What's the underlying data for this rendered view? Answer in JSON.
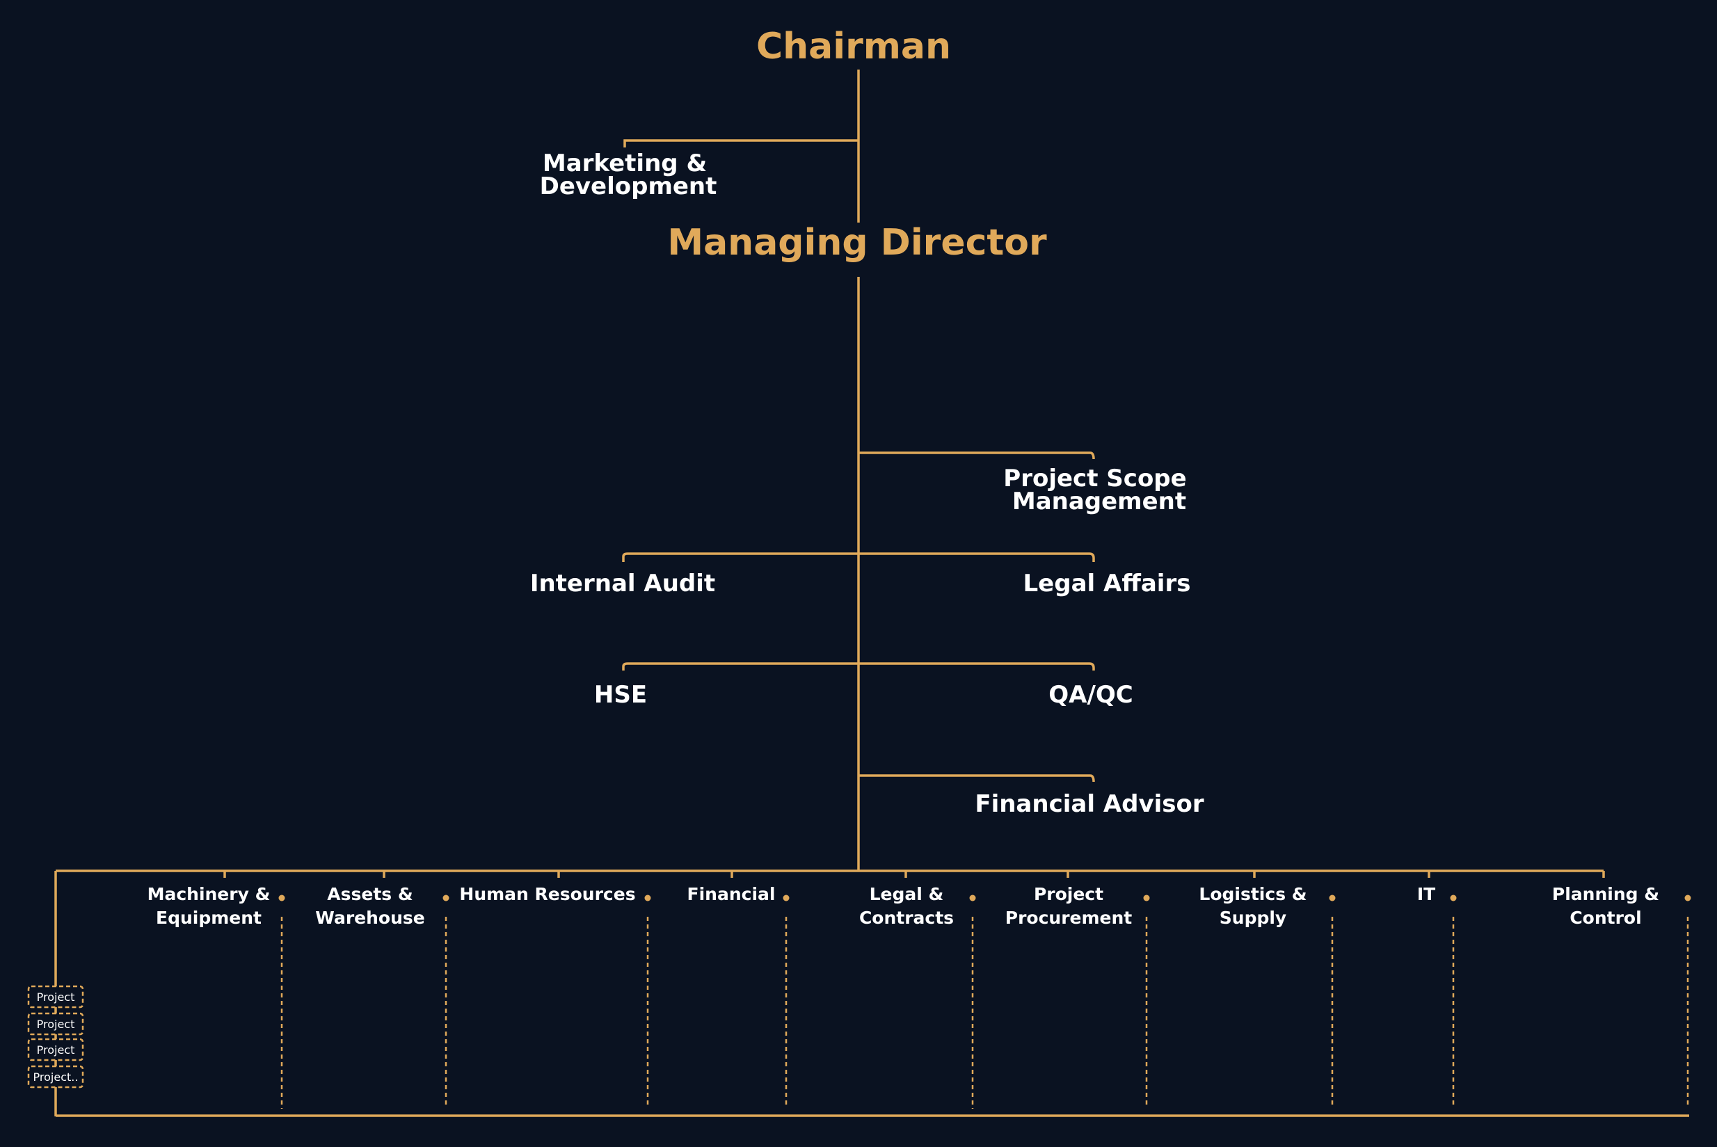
{
  "colors": {
    "background": "#0a1221",
    "accent": "#e0a95a",
    "text": "#ffffff"
  },
  "chairman": "Chairman",
  "managing_director": "Managing Director",
  "marketing": [
    "Marketing &",
    "Development"
  ],
  "project_scope": [
    "Project Scope",
    "Management"
  ],
  "internal_audit": "Internal Audit",
  "legal_affairs": "Legal Affairs",
  "hse": "HSE",
  "qaqc": "QA/QC",
  "financial_advisor": "Financial Advisor",
  "departments": [
    {
      "lines": [
        "Machinery &",
        "Equipment"
      ]
    },
    {
      "lines": [
        "Assets &",
        "Warehouse"
      ]
    },
    {
      "lines": [
        "Human Resources"
      ]
    },
    {
      "lines": [
        "Financial"
      ]
    },
    {
      "lines": [
        "Legal &",
        "Contracts"
      ]
    },
    {
      "lines": [
        "Project",
        "Procurement"
      ]
    },
    {
      "lines": [
        "Logistics &",
        "Supply"
      ]
    },
    {
      "lines": [
        "IT"
      ]
    },
    {
      "lines": [
        "Planning &",
        "Control"
      ]
    }
  ],
  "projects": [
    "Project",
    "Project",
    "Project",
    "Project.."
  ]
}
